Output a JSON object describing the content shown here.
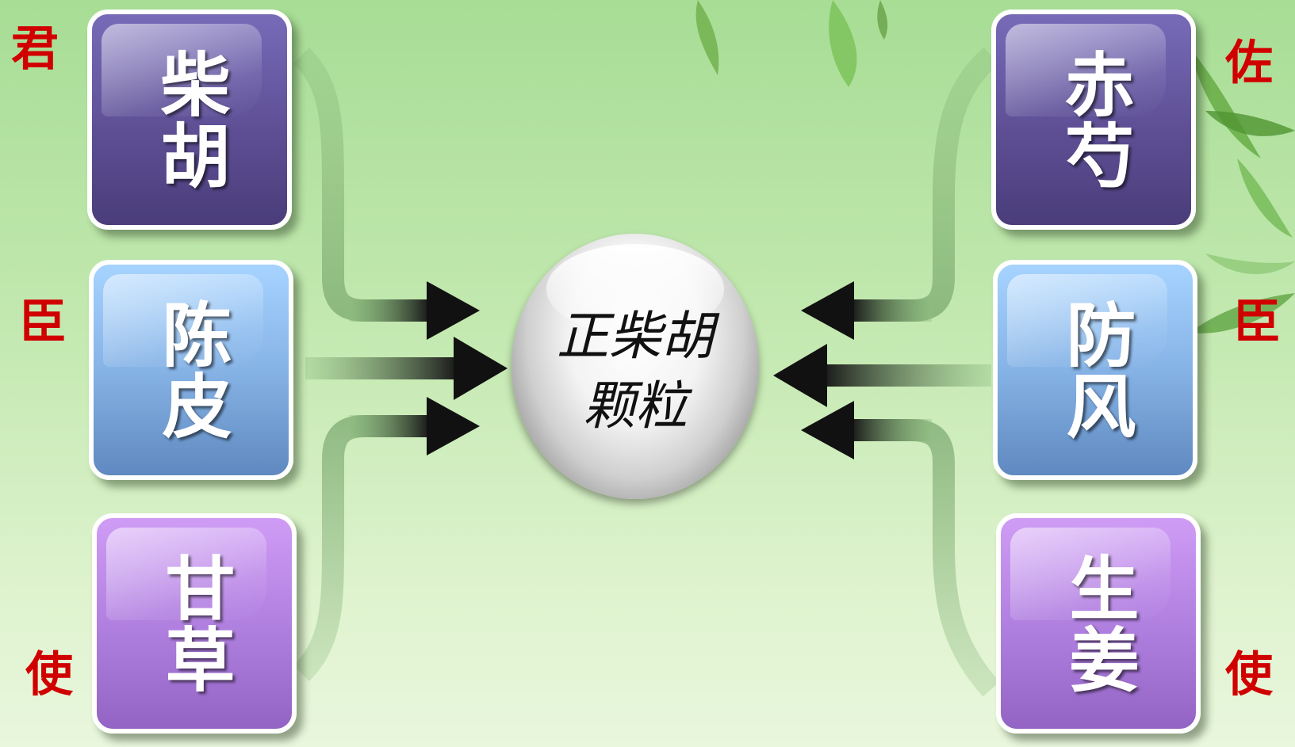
{
  "center": {
    "line1": "正柴胡",
    "line2": "颗粒"
  },
  "herbs": {
    "chaihu": "柴胡",
    "chenpi": "陈皮",
    "gancao": "甘草",
    "chishao": "赤芍",
    "fangfeng": "防风",
    "shengjiang": "生姜"
  },
  "roles": {
    "jun": "君",
    "chen_left": "臣",
    "shi_left": "使",
    "zuo": "佐",
    "chen_right": "臣",
    "shi_right": "使"
  },
  "colors": {
    "role_text": "#d10000",
    "tile_purple": "#5e4f95",
    "tile_blue": "#86b3e6",
    "tile_violet": "#ae7ede",
    "arrow": "#111111"
  }
}
